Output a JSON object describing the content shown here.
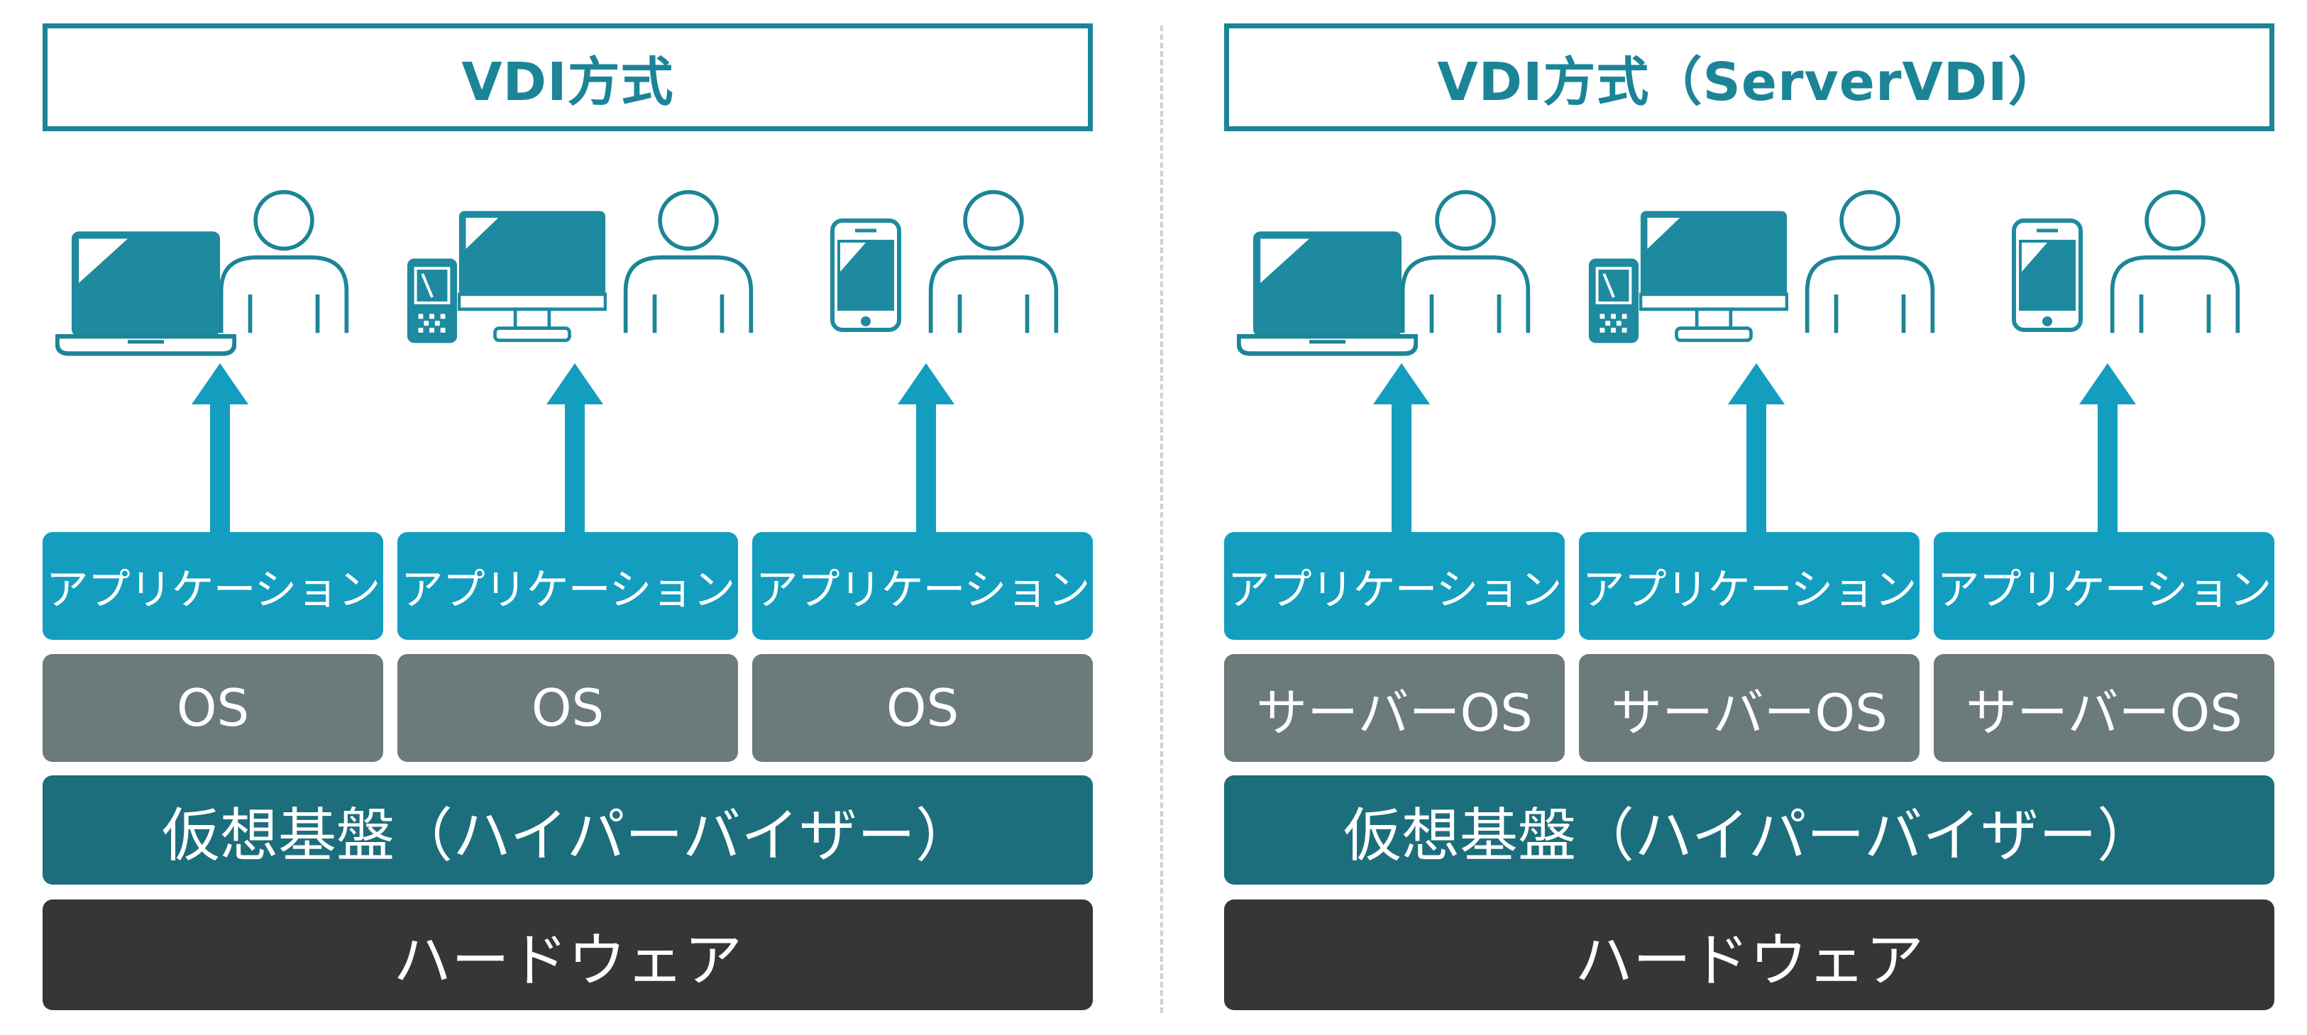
{
  "left_panel": {
    "title": "VDI方式",
    "columns": [
      {
        "application": "アプリケーション",
        "os": "OS"
      },
      {
        "application": "アプリケーション",
        "os": "OS"
      },
      {
        "application": "アプリケーション",
        "os": "OS"
      }
    ],
    "hypervisor": "仮想基盤（ハイパーバイザー）",
    "hardware": "ハードウェア"
  },
  "right_panel": {
    "title": "VDI方式（ServerVDI）",
    "columns": [
      {
        "application": "アプリケーション",
        "os": "サーバーOS"
      },
      {
        "application": "アプリケーション",
        "os": "サーバーOS"
      },
      {
        "application": "アプリケーション",
        "os": "サーバーOS"
      }
    ],
    "hypervisor": "仮想基盤（ハイパーバイザー）",
    "hardware": "ハードウェア"
  },
  "colors": {
    "title_border": "#1b8597",
    "icon_stroke": "#1b8597",
    "icon_fill": "#1e8aa0",
    "arrow": "#139ec0",
    "application_layer": "#139ec0",
    "os_layer": "#6b7a7a",
    "hypervisor_layer": "#1c6e7c",
    "hardware_layer": "#383536",
    "divider": "#d0d0d0"
  },
  "icons": [
    "laptop-icon",
    "user-icon",
    "tablet-icon",
    "desktop-monitor-icon",
    "user-icon",
    "smartphone-icon",
    "user-icon"
  ]
}
